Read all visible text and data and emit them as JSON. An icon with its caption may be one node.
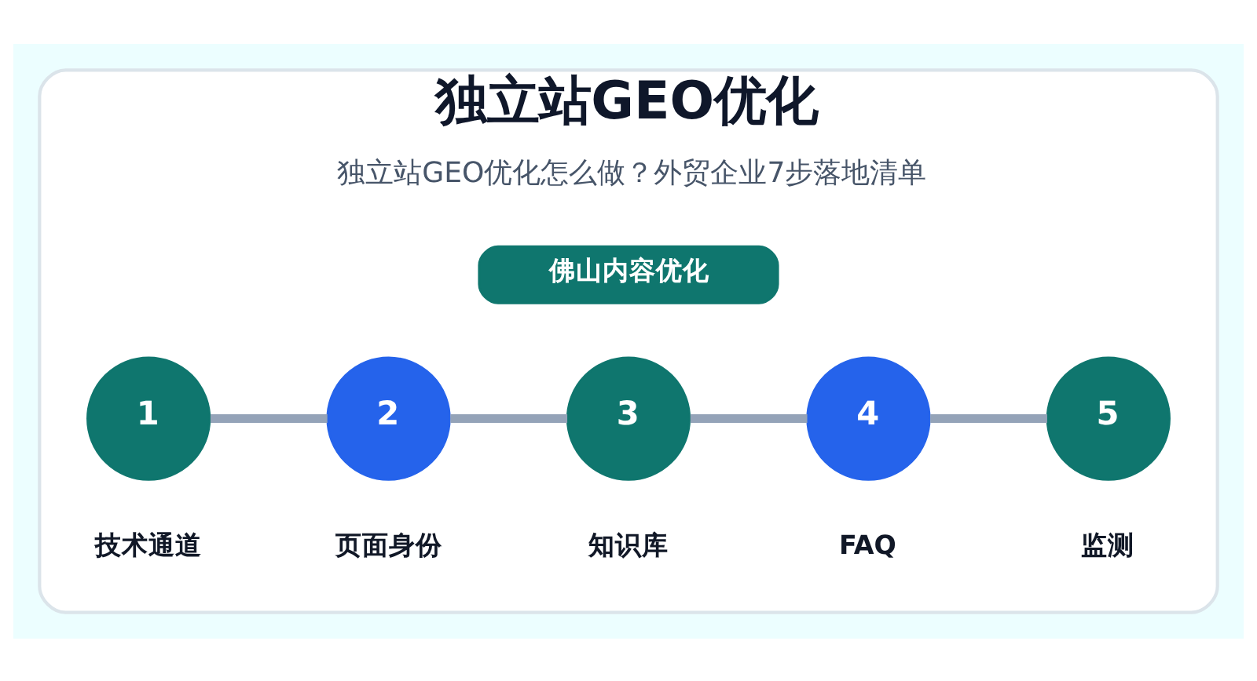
{
  "diagram": {
    "nodes": [
      {
        "text": [
          "独立站GEO优化",
          "独立站GEO优化怎么做？外贸企业7步落地清单"
        ]
      },
      {
        "text": [
          "佛山内容优化"
        ],
        "in": 0
      },
      {
        "text": [
          "1"
        ],
        "in": 0,
        "beside": [
          "技术通道"
        ]
      },
      {
        "text": [
          "2"
        ],
        "in": 0,
        "beside": [
          "页面身份"
        ]
      },
      {
        "text": [
          "3"
        ],
        "in": 0,
        "beside": [
          "知识库"
        ]
      },
      {
        "text": [
          "4"
        ],
        "in": 0,
        "beside": [
          "FAQ"
        ]
      },
      {
        "text": [
          "5"
        ],
        "in": 0,
        "beside": [
          "监测"
        ]
      }
    ],
    "edges": [
      {
        "from": 2,
        "to": 3,
        "arrow": "none"
      },
      {
        "from": 3,
        "to": 4,
        "arrow": "none"
      },
      {
        "from": 4,
        "to": 5,
        "arrow": "none"
      },
      {
        "from": 5,
        "to": 6,
        "arrow": "none"
      }
    ]
  }
}
